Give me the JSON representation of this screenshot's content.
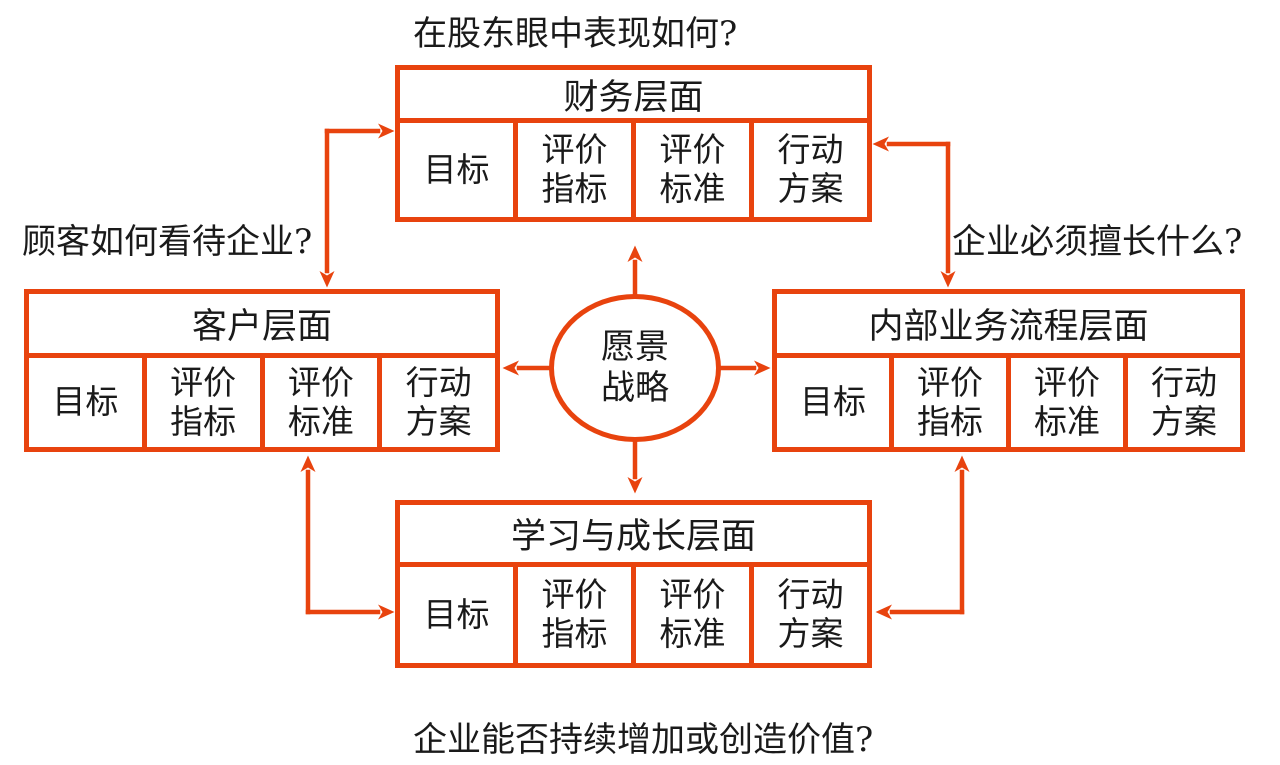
{
  "colors": {
    "accent": "#E8430E",
    "text": "#1A1A1A",
    "background": "#FFFFFF"
  },
  "questions": {
    "top": "在股东眼中表现如何?",
    "left": "顾客如何看待企业?",
    "right": "企业必须擅长什么?",
    "bottom": "企业能否持续增加或创造价值?"
  },
  "center": {
    "line1": "愿景",
    "line2": "战略"
  },
  "perspectives": {
    "financial": {
      "title": "财务层面",
      "cells": [
        "目标",
        "评价指标",
        "评价标准",
        "行动方案"
      ]
    },
    "customer": {
      "title": "客户层面",
      "cells": [
        "目标",
        "评价指标",
        "评价标准",
        "行动方案"
      ]
    },
    "internal": {
      "title": "内部业务流程层面",
      "cells": [
        "目标",
        "评价指标",
        "评价标准",
        "行动方案"
      ]
    },
    "learning": {
      "title": "学习与成长层面",
      "cells": [
        "目标",
        "评价指标",
        "评价标准",
        "行动方案"
      ]
    }
  },
  "connections": [
    {
      "from": "customer",
      "to": "financial",
      "style": "corner-elbow",
      "bidirectional": true
    },
    {
      "from": "internal",
      "to": "financial",
      "style": "corner-elbow",
      "bidirectional": true
    },
    {
      "from": "customer",
      "to": "learning",
      "style": "corner-elbow",
      "bidirectional": true
    },
    {
      "from": "internal",
      "to": "learning",
      "style": "corner-elbow",
      "bidirectional": true
    },
    {
      "from": "vision-strategy",
      "to": "financial",
      "style": "straight",
      "bidirectional": false
    },
    {
      "from": "vision-strategy",
      "to": "customer",
      "style": "straight",
      "bidirectional": false
    },
    {
      "from": "vision-strategy",
      "to": "internal",
      "style": "straight",
      "bidirectional": false
    },
    {
      "from": "vision-strategy",
      "to": "learning",
      "style": "straight",
      "bidirectional": false
    }
  ]
}
